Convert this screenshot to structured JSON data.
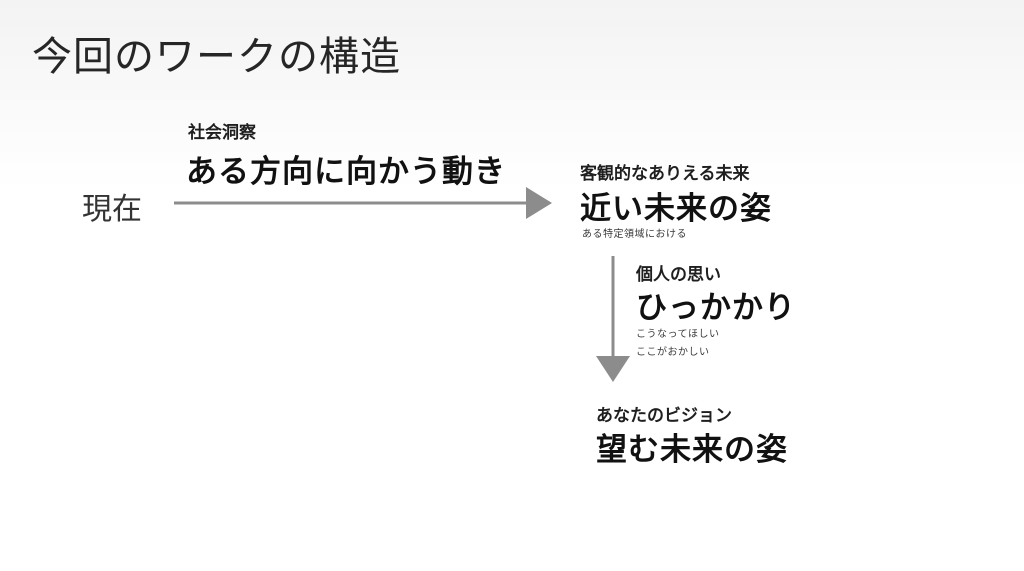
{
  "slide": {
    "title": "今回のワークの構造"
  },
  "diagram": {
    "present_label": "現在",
    "social_insight": {
      "heading": "社会洞察",
      "label": "ある方向に向かう動き"
    },
    "near_future": {
      "heading": "客観的なありえる未来",
      "label": "近い未来の姿",
      "note": "ある特定領域における"
    },
    "personal_thoughts": {
      "heading": "個人の思い",
      "label": "ひっかかり",
      "notes": [
        "こうなってほしい",
        "ここがおかしい"
      ]
    },
    "vision": {
      "heading": "あなたのビジョン",
      "label": "望む未来の姿"
    },
    "arrow_color": "#8c8c8c"
  }
}
